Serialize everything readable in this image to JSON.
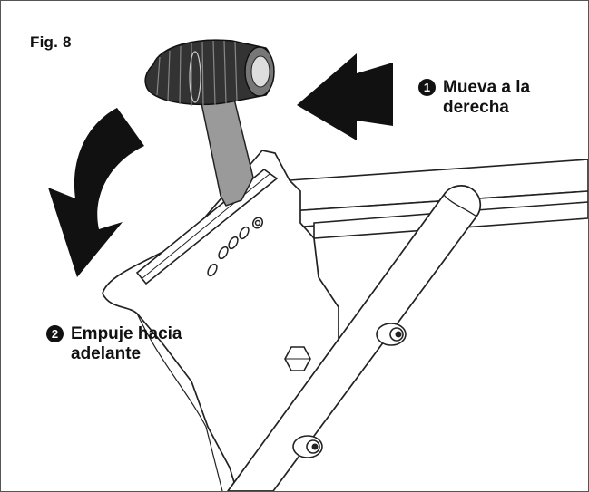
{
  "figure": {
    "label": "Fig. 8"
  },
  "steps": [
    {
      "number": "1",
      "line1": "Mueva a la",
      "line2": "derecha"
    },
    {
      "number": "2",
      "line1": "Empuje hacia",
      "line2": "adelante"
    }
  ],
  "colors": {
    "line": "#222222",
    "arrow": "#111111",
    "handle": "#555555",
    "background": "#ffffff"
  },
  "icons": {
    "arrow_right": "right-arrow-icon",
    "arrow_curved": "curved-arrow-icon"
  }
}
